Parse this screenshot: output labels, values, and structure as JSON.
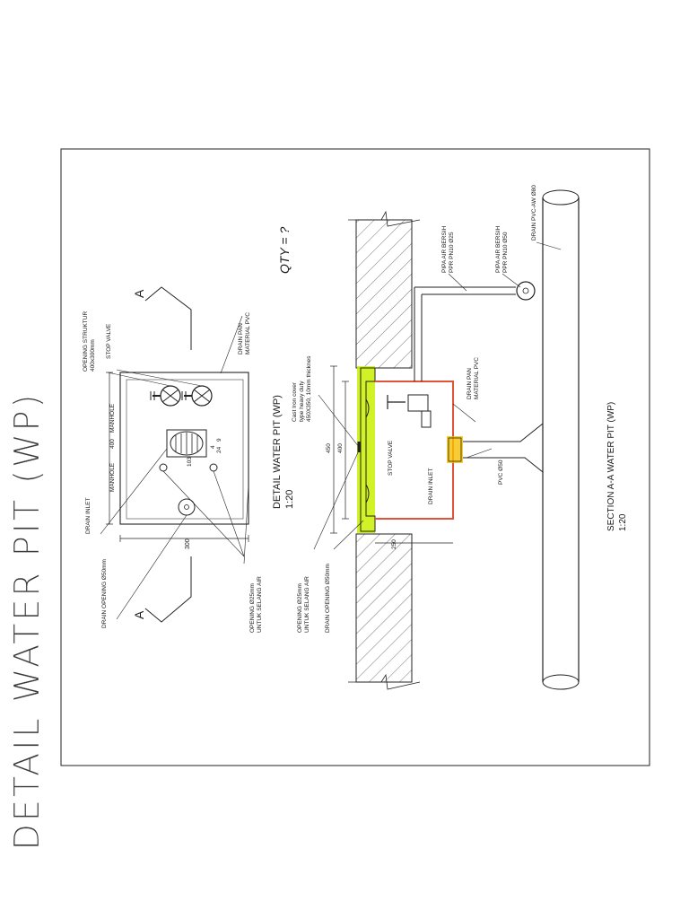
{
  "sheet_title": "DETAIL WATER PIT (WP)",
  "plan_labels": {
    "opening_struktur": "OPENING STRUKTUR",
    "opening_struktur_size": "400x300mm",
    "stop_valve": "STOP VALVE",
    "manhole_top": "MANHOLE",
    "manhole_bottom": "MANHOLE",
    "drain_inlet": "DRAIN INLET",
    "drain_pan": "DRAIN PAN",
    "drain_pan_material": "MATERIAL PVC",
    "drain_opening": "DRAIN OPENING Ø50mm",
    "opening_25_line1": "OPENING Ø25mm",
    "opening_25_line2": "UNTUK SELANG AIR",
    "dim_400": "400",
    "dim_300": "300",
    "dim_103": "103",
    "dim_9": "9",
    "dim_24": "24",
    "dim_4": "4",
    "section_mark_top": "A",
    "section_mark_bottom": "A",
    "plan_title": "DETAIL WATER PIT (WP)",
    "plan_scale": "1:20"
  },
  "section_labels": {
    "handwritten_qty": "QTY = ?",
    "cover_line1": "Cast Iron cover",
    "cover_line2": "type heavy duty",
    "cover_line3": "450X350, 10mm thicknes",
    "pipa_1_line1": "PIPA AIR BERSIH",
    "pipa_1_line2": "PPR PN10 Ø25",
    "pipa_2_line1": "PIPA AIR BERSIH",
    "pipa_2_line2": "PPR PN10 Ø50",
    "drain_pvc_aw": "DRAIN PVC-AW Ø80",
    "drain_pan": "DRAIN PAN",
    "drain_pan_material": "MATERIAL PVC",
    "stop_valve": "STOP VALVE",
    "drain_inlet": "DRAIN INLET",
    "pvc_50": "PVC Ø50",
    "opening_25_line1": "OPENING Ø25mm",
    "opening_25_line2": "UNTUK SELANG AIR",
    "drain_opening": "DRAIN OPENING Ø50mm",
    "dim_450": "450",
    "dim_400": "400",
    "dim_250": "250",
    "section_title": "SECTION A-A WATER PIT (WP)",
    "section_scale": "1:20"
  },
  "colors": {
    "line": "#1a1a1a",
    "cover_highlight": "#c8f000",
    "pan_outline": "#e0523a",
    "inlet_highlight": "#f5c000",
    "hatch": "#555555"
  }
}
